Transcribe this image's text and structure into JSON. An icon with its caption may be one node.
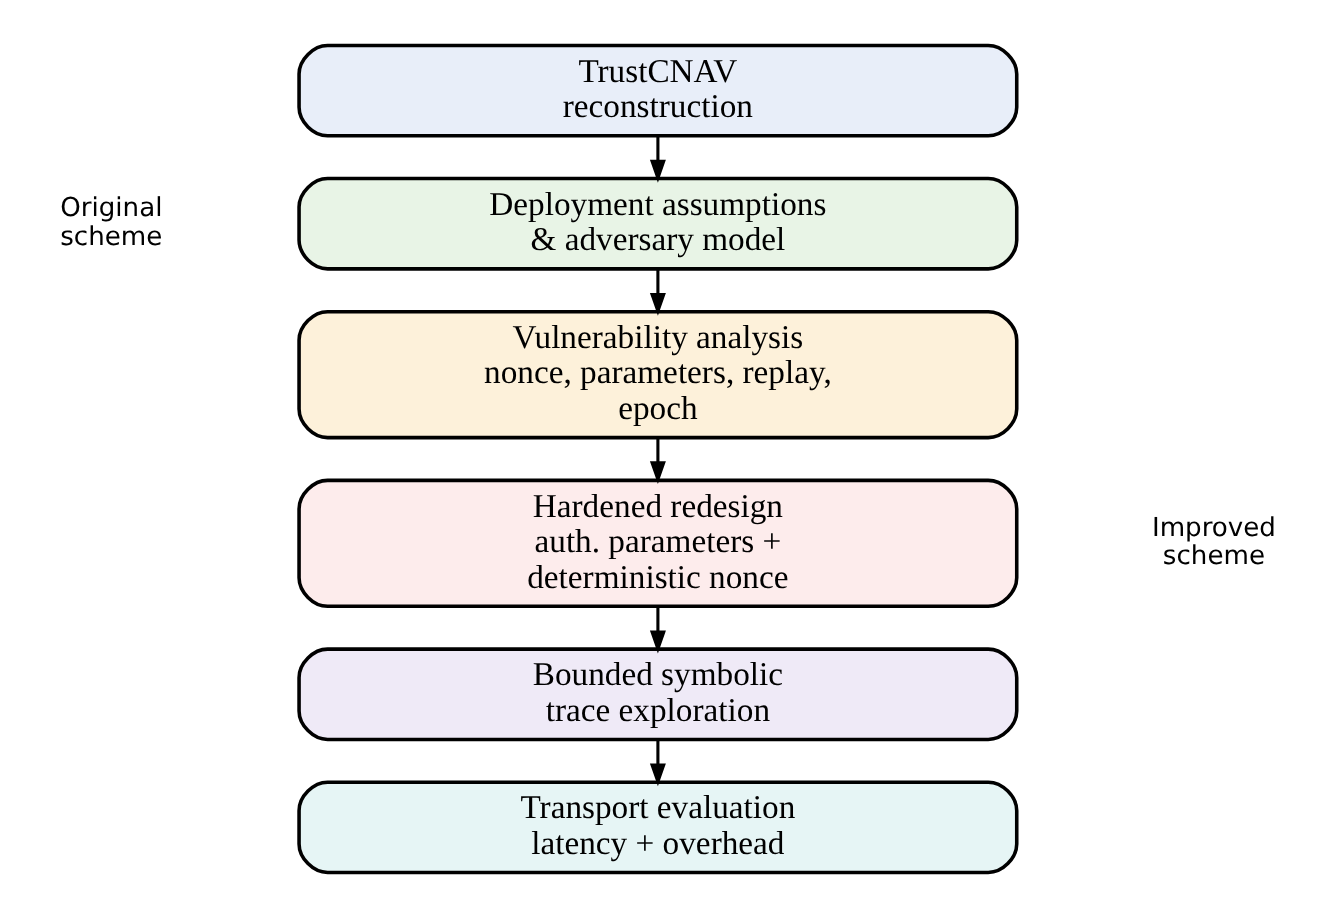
{
  "diagram": {
    "nodes": [
      {
        "text": [
          "TrustCNAV",
          "reconstruction"
        ]
      },
      {
        "text": [
          "Deployment assumptions",
          "& adversary model"
        ]
      },
      {
        "text": [
          "Vulnerability analysis",
          "nonce, parameters, replay, epoch"
        ]
      },
      {
        "text": [
          "Hardened redesign",
          "auth. parameters + deterministic nonce"
        ]
      },
      {
        "text": [
          "Bounded symbolic",
          "trace exploration"
        ]
      },
      {
        "text": [
          "Transport evaluation",
          "latency + overhead"
        ]
      }
    ],
    "edges": [
      {
        "from": 0,
        "to": 1,
        "arrow": "to"
      },
      {
        "from": 1,
        "to": 2,
        "arrow": "to"
      },
      {
        "from": 2,
        "to": 3,
        "arrow": "to"
      },
      {
        "from": 3,
        "to": 4,
        "arrow": "to"
      },
      {
        "from": 4,
        "to": 5,
        "arrow": "to"
      }
    ],
    "labels": [
      "Original scheme",
      "Improved scheme"
    ]
  }
}
